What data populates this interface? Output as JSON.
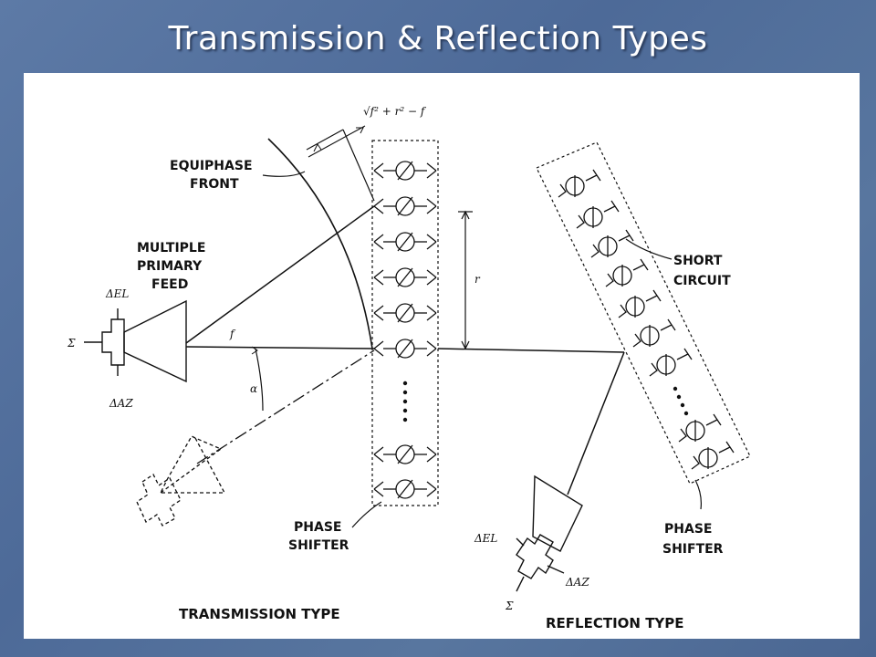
{
  "title": "Transmission & Reflection Types",
  "diagram": {
    "equiphase": [
      "EQUIPHASE",
      "FRONT"
    ],
    "feed": [
      "MULTIPLE",
      "PRIMARY",
      "FEED"
    ],
    "formula": "√f² + r² − f",
    "sym_f": "f",
    "sym_r": "r",
    "sym_alpha": "α",
    "sym_sigma": "Σ",
    "sym_del_el": "ΔEL",
    "sym_del_az": "ΔAZ",
    "phase_shifter_left": [
      "PHASE",
      "SHIFTER"
    ],
    "phase_shifter_right": [
      "PHASE",
      "SHIFTER"
    ],
    "short_circuit": [
      "SHORT",
      "CIRCUIT"
    ],
    "caption_left": "TRANSMISSION TYPE",
    "caption_right": "REFLECTION TYPE"
  }
}
